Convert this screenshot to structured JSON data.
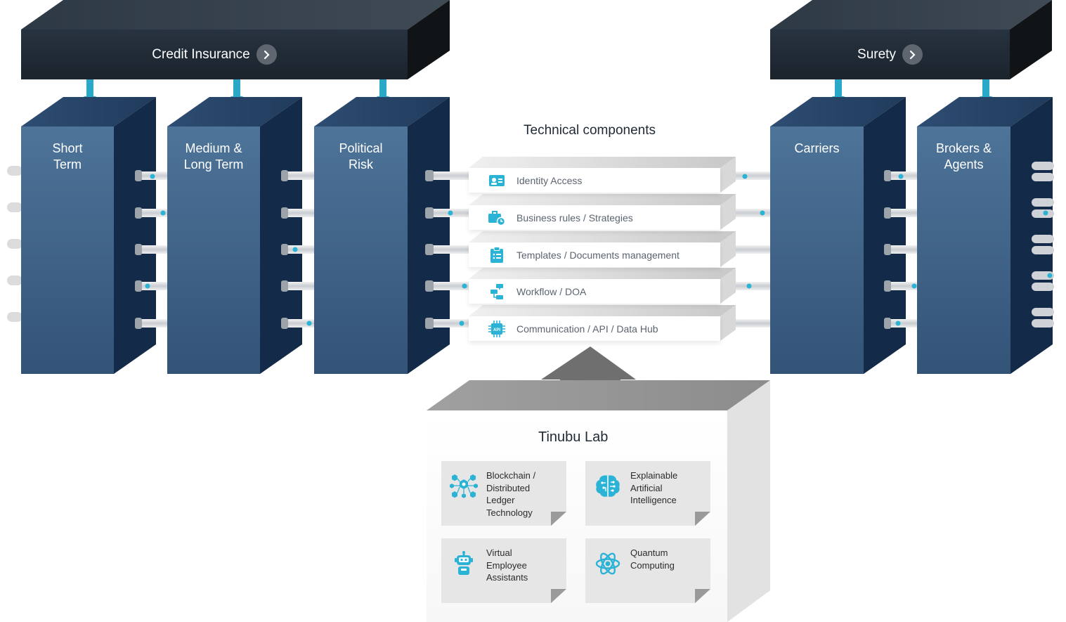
{
  "headers": {
    "credit_insurance": "Credit Insurance",
    "surety": "Surety"
  },
  "columns": [
    {
      "label": "Short\nTerm"
    },
    {
      "label": "Medium &\nLong Term"
    },
    {
      "label": "Political\nRisk"
    },
    {
      "label": "Carriers"
    },
    {
      "label": "Brokers &\nAgents"
    }
  ],
  "technical": {
    "title": "Technical components",
    "rows": [
      {
        "label": "Identity Access",
        "icon": "id-card-icon"
      },
      {
        "label": "Business rules / Strategies",
        "icon": "briefcase-clock-icon"
      },
      {
        "label": "Templates / Documents management",
        "icon": "clipboard-list-icon"
      },
      {
        "label": "Workflow / DOA",
        "icon": "workflow-icon"
      },
      {
        "label": "Communication / API / Data Hub",
        "icon": "api-chip-icon"
      }
    ]
  },
  "lab": {
    "title": "Tinubu Lab",
    "cards": [
      {
        "text": "Blockchain /\nDistributed\nLedger\nTechnology",
        "icon": "blockchain-icon"
      },
      {
        "text": "Explainable\nArtificial\nIntelligence",
        "icon": "brain-icon"
      },
      {
        "text": "Virtual\nEmployee\nAssistants",
        "icon": "robot-icon"
      },
      {
        "text": "Quantum\nComputing",
        "icon": "atom-icon"
      }
    ]
  },
  "colors": {
    "header_dark": "#1b232c",
    "column_blue": "#3f6389",
    "column_side": "#15304f",
    "accent_cyan": "#2bb3d6",
    "lab_gray": "#e6e6e6"
  }
}
